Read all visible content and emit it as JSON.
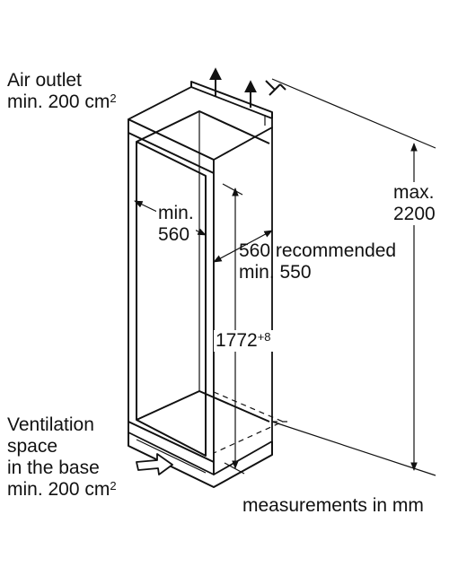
{
  "labels": {
    "air_outlet_line1": "Air outlet",
    "air_outlet_line2": "min. 200 cm",
    "air_outlet_sup": "2",
    "min_width_line1": "min.",
    "min_width_line2": "560",
    "recommended_line1": "560 recommended",
    "recommended_line2": "min. 550",
    "height_value": "1772",
    "height_sup": "+8",
    "max_line1": "max.",
    "max_line2": "2200",
    "vent_line1": "Ventilation",
    "vent_line2": "space",
    "vent_line3": "in the base",
    "vent_line4": "min. 200 cm",
    "vent_sup": "2",
    "units_note": "measurements in mm"
  }
}
